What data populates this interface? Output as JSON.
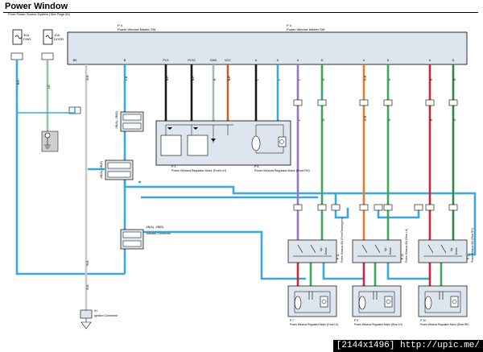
{
  "header": {
    "title": "Power Window",
    "source_note": "From Power Source System (See Page 56)"
  },
  "fuses": [
    {
      "amp": "30A",
      "name": "P/W1"
    },
    {
      "amp": "10A",
      "name": "DOOR"
    }
  ],
  "master_switch": {
    "id": "P 4",
    "name": "Power Window Master SW",
    "id_right": "P 4",
    "name_right": "Power Window Master SW"
  },
  "pins": [
    "B5",
    "B",
    "PLS",
    "PLS2",
    "GND",
    "VCC",
    "U",
    "D",
    "U",
    "D",
    "U",
    "D",
    "U",
    "D"
  ],
  "junctions": [
    {
      "id": "J/B(A), J/B(B)",
      "name": ""
    },
    {
      "id": "J/B(A), J/B(B)",
      "name": ""
    },
    {
      "id": "J/B(A), J/B(B)",
      "name": "Junction Connector"
    }
  ],
  "front_regulator": {
    "left_id": "P 3",
    "left_name": "Power Window Regulator Motor (Front LH)",
    "right_id": "P 5",
    "right_name": "Power Window Regulator Motor (Front RH)"
  },
  "window_switches": [
    {
      "id": "P 11",
      "name": "Power Window SW (Front Passenger's)"
    },
    {
      "id": "P 12",
      "name": "Power Window SW (Rear LH)"
    },
    {
      "id": "P 13",
      "name": "Power Window SW (Rear RH)"
    }
  ],
  "switch_labels": [
    "Up",
    "Down"
  ],
  "regulator_motors": [
    {
      "id": "P 7",
      "name": "Power Window Regulator Motor (Front LH)"
    },
    {
      "id": "P 9",
      "name": "Power Window Regulator Motor (Rear LH)"
    },
    {
      "id": "P 10",
      "name": "Power Window Regulator Motor (Rear RH)"
    }
  ],
  "ground": {
    "id": "IH",
    "name": "Ignition Connector"
  },
  "watermark": "[2144x1496] http://upic.me/",
  "colors": {
    "white_gray": "#c8c8c8",
    "light_green": "#8cc8a0",
    "blue": "#3aa8dc",
    "black": "#1a1a1a",
    "gray_green": "#9fbda8",
    "brown": "#c0602a",
    "purple": "#9878b8",
    "green": "#3aaa5a",
    "orange": "#e87a2a",
    "red": "#c8283a",
    "dark_green": "#2a8a4a",
    "box_fill": "#dde6ee",
    "ground_fill": "#cfcfcf"
  },
  "wire_labels": [
    "W-B",
    "L-B",
    "B-R",
    "G-R",
    "R",
    "W",
    "L",
    "G",
    "LG"
  ]
}
